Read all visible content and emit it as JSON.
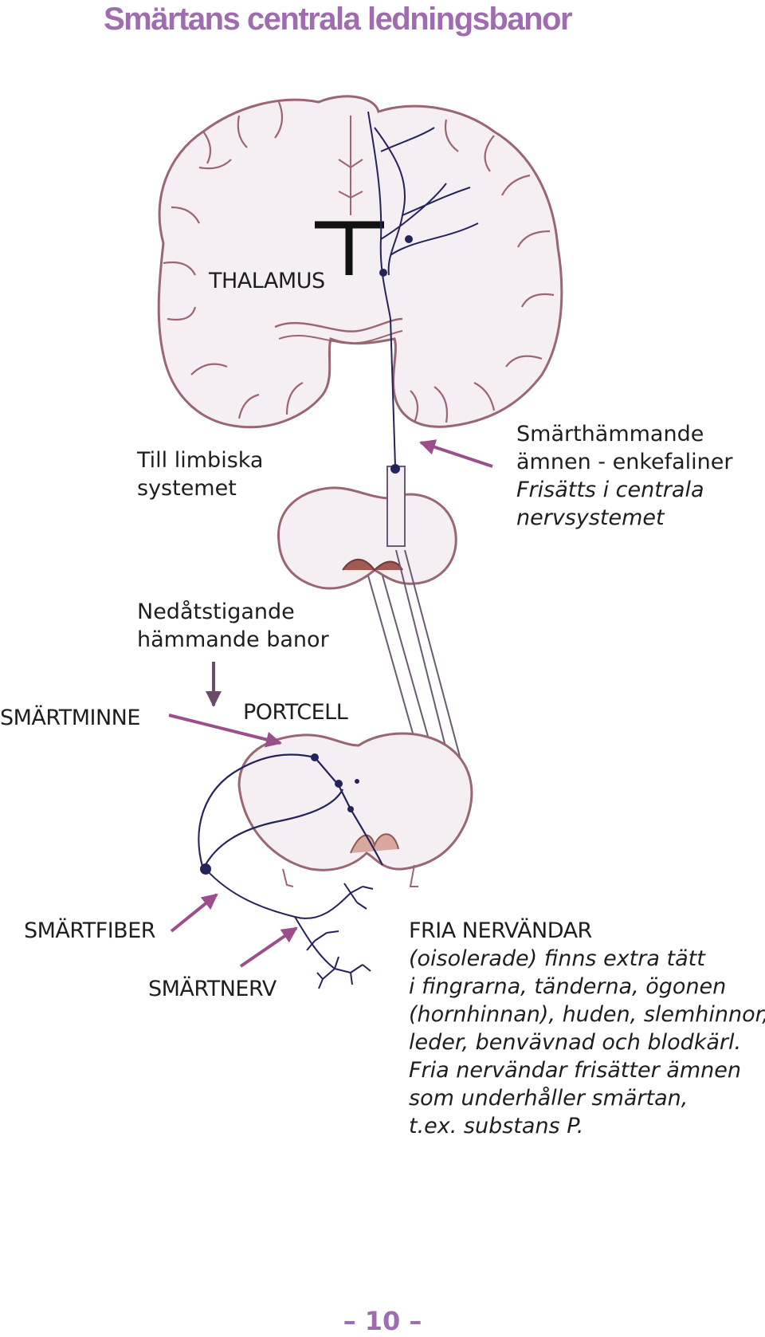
{
  "title": "Smärtans centrala ledningsbanor",
  "labels": {
    "thalamus": "THALAMUS",
    "limbic": [
      "Till limbiska",
      "systemet"
    ],
    "enkefaliner": [
      "Smärthämmande",
      "ämnen - enkefaliner"
    ],
    "enkefaliner_italic": [
      "Frisätts i centrala",
      "nervsystemet"
    ],
    "descending": [
      "Nedåtstigande",
      "hämmande banor"
    ],
    "smartminne": "SMÄRTMINNE",
    "portcell": "PORTCELL",
    "smartfiber": "SMÄRTFIBER",
    "smartnerv": "SMÄRTNERV",
    "fria_heading": "FRIA NERVÄNDAR",
    "fria_body": [
      "(oisolerade) finns extra tätt",
      "i fingrarna, tänderna, ögonen",
      "(hornhinnan), huden, slemhinnor,",
      "leder, benvävnad och blodkärl.",
      "Fria nervändar frisätter ämnen",
      "som underhåller smärtan,",
      "t.ex. substans P."
    ]
  },
  "page_number": "– 10 –",
  "colors": {
    "accent": "#a06cb0",
    "arrow": "#9b4d8c",
    "tissue_fill": "#f4eef3",
    "tissue_outline": "#9a6672",
    "nerve": "#25245a"
  }
}
